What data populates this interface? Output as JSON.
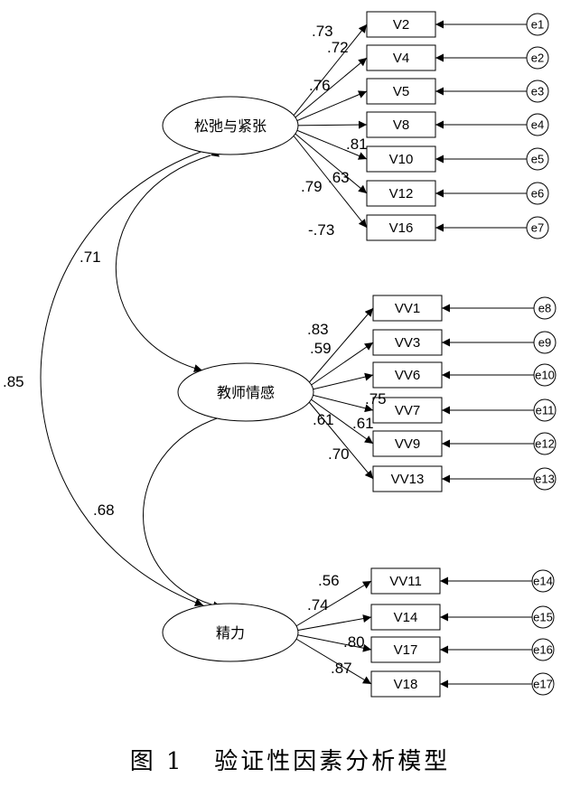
{
  "caption": "图 1   验证性因素分析模型",
  "factors": [
    {
      "name": "松弛与紧张",
      "items": [
        {
          "indicator": "V2",
          "error": "e1",
          "loading": ".73"
        },
        {
          "indicator": "V4",
          "error": "e2",
          "loading": ".72"
        },
        {
          "indicator": "V5",
          "error": "e3",
          "loading": ".76"
        },
        {
          "indicator": "V8",
          "error": "e4",
          "loading": ".81"
        },
        {
          "indicator": "V10",
          "error": "e5",
          "loading": ".63"
        },
        {
          "indicator": "V12",
          "error": "e6",
          "loading": ".79"
        },
        {
          "indicator": "V16",
          "error": "e7",
          "loading": "-.73"
        }
      ]
    },
    {
      "name": "教师情感",
      "items": [
        {
          "indicator": "VV1",
          "error": "e8",
          "loading": ".83"
        },
        {
          "indicator": "VV3",
          "error": "e9",
          "loading": ".59"
        },
        {
          "indicator": "VV6",
          "error": "e10",
          "loading": ".75"
        },
        {
          "indicator": "VV7",
          "error": "e11",
          "loading": ".61"
        },
        {
          "indicator": "VV9",
          "error": "e12",
          "loading": ".61"
        },
        {
          "indicator": "VV13",
          "error": "e13",
          "loading": ".70"
        }
      ]
    },
    {
      "name": "精力",
      "items": [
        {
          "indicator": "VV11",
          "error": "e14",
          "loading": ".56"
        },
        {
          "indicator": "V14",
          "error": "e15",
          "loading": ".74"
        },
        {
          "indicator": "V17",
          "error": "e16",
          "loading": ".80"
        },
        {
          "indicator": "V18",
          "error": "e17",
          "loading": ".87"
        }
      ]
    }
  ],
  "correlations": [
    {
      "between": [
        "松弛与紧张",
        "教师情感"
      ],
      "value": ".71"
    },
    {
      "between": [
        "教师情感",
        "精力"
      ],
      "value": ".68"
    },
    {
      "between": [
        "松弛与紧张",
        "精力"
      ],
      "value": ".85"
    }
  ]
}
